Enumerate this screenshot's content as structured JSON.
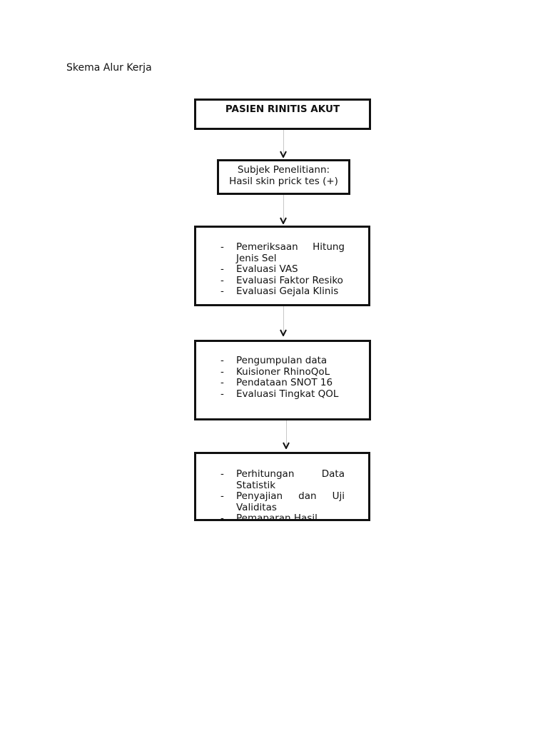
{
  "heading": "Skema Alur Kerja",
  "flowchart": {
    "box1": {
      "title": "PASIEN RINITIS AKUT"
    },
    "box2": {
      "line1": "Subjek Penelitiann:",
      "line2": "Hasil skin prick tes (+)"
    },
    "box3": {
      "items": [
        "Pemeriksaan Hitung Jenis Sel",
        "Evaluasi VAS",
        "Evaluasi Faktor Resiko",
        "Evaluasi Gejala Klinis"
      ]
    },
    "box4": {
      "items": [
        "Pengumpulan data",
        "Kuisioner RhinoQoL",
        "Pendataan SNOT 16",
        "Evaluasi Tingkat QOL"
      ]
    },
    "box5": {
      "items": [
        "Perhitungan Data Statistik",
        "Penyajian dan Uji Validitas",
        "Pemaparan Hasil"
      ]
    },
    "bullet": "-"
  }
}
